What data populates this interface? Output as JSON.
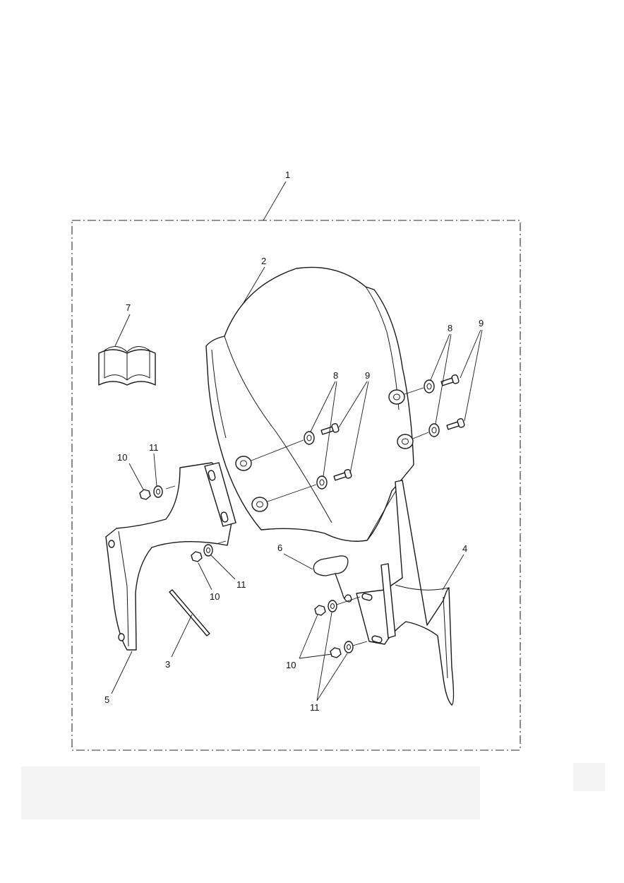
{
  "diagram": {
    "callouts": {
      "c1": "1",
      "c2": "2",
      "c3": "3",
      "c4": "4",
      "c5": "5",
      "c6": "6",
      "c7": "7",
      "c8a": "8",
      "c8b": "8",
      "c9a": "9",
      "c9b": "9",
      "c10a": "10",
      "c10b": "10",
      "c10c": "10",
      "c11a": "11",
      "c11b": "11",
      "c11c": "11"
    },
    "parts": {
      "kit": "1",
      "screen": "2",
      "rod": "3",
      "right_bracket": "4",
      "left_bracket": "5",
      "wire_clip": "6",
      "instructions": "7",
      "washer": "8",
      "screw": "9",
      "nut": "10",
      "spacer": "11"
    }
  }
}
